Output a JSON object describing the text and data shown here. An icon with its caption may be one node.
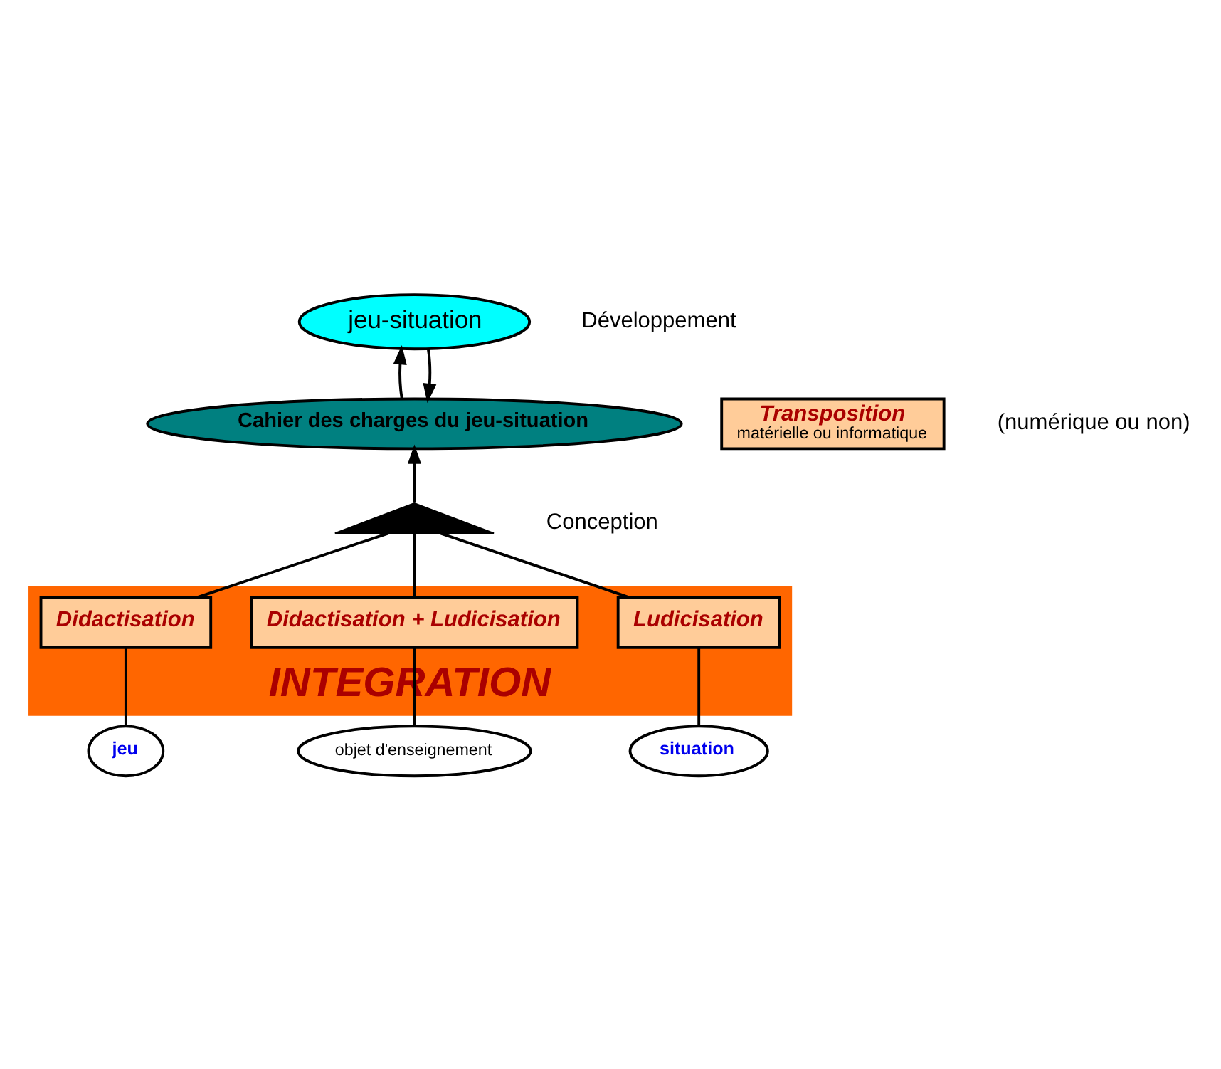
{
  "diagram": {
    "nodes": [
      {
        "text": [
          "jeu-situation"
        ]
      },
      {
        "text": [
          "Transposition",
          "matérielle ou informatique"
        ]
      },
      {
        "text": [
          "Cahier des charges du jeu-situation"
        ]
      },
      {
        "text": [
          "INTEGRATION"
        ]
      },
      {
        "text": [
          "Didactisation"
        ],
        "in": 3
      },
      {
        "text": [
          "Didactisation + Ludicisation"
        ],
        "in": 3
      },
      {
        "text": [
          "Ludicisation"
        ],
        "in": 3
      },
      {
        "text": [
          "jeu"
        ]
      },
      {
        "text": [
          "objet d'enseignement"
        ]
      },
      {
        "text": [
          "situation"
        ]
      },
      {
        "text": [],
        "shape": "triangle"
      }
    ],
    "edges": [
      {
        "from": 7,
        "to": 4,
        "arrow": "none"
      },
      {
        "from": 4,
        "to": 10,
        "arrow": "none"
      },
      {
        "from": 8,
        "to": 5,
        "arrow": "none"
      },
      {
        "from": 5,
        "to": 10,
        "arrow": "none"
      },
      {
        "from": 9,
        "to": 6,
        "arrow": "none"
      },
      {
        "from": 6,
        "to": 10,
        "arrow": "none"
      },
      {
        "from": 10,
        "to": 2,
        "arrow": "to"
      },
      {
        "from": 2,
        "to": 0,
        "arrow": "to"
      },
      {
        "from": 0,
        "to": 2,
        "arrow": "to"
      }
    ],
    "labels": [
      "Développement",
      "(numérique ou non)",
      "Conception"
    ]
  }
}
